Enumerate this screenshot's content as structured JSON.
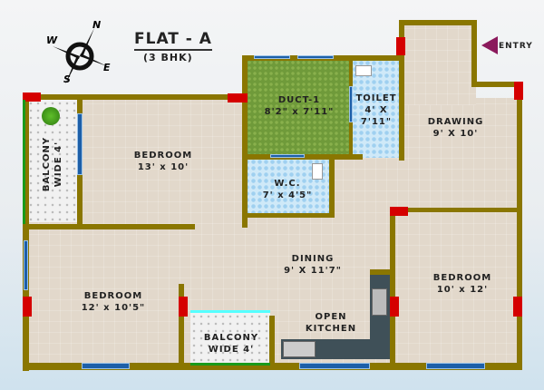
{
  "header": {
    "title": "FLAT - A",
    "subtitle": "(3 BHK)"
  },
  "compass": {
    "n": "N",
    "e": "E",
    "s": "S",
    "w": "W"
  },
  "entry": {
    "label": "ENTRY",
    "color": "#8b1a5c"
  },
  "rooms": {
    "balcony_left": {
      "name": "BALCONY",
      "dim": "WIDE 4'"
    },
    "bedroom1": {
      "name": "BEDROOM",
      "dim": "13' x 10'"
    },
    "duct": {
      "name": "DUCT-1",
      "dim": "8'2\" x 7'11\""
    },
    "toilet": {
      "name": "TOILET",
      "dim1": "4' X",
      "dim2": "7'11\""
    },
    "wc": {
      "name": "W.C.",
      "dim": "7' x 4'5\""
    },
    "drawing": {
      "name": "DRAWING",
      "dim": "9' X 10'"
    },
    "dining": {
      "name": "DINING",
      "dim": "9' X 11'7\""
    },
    "bedroom2": {
      "name": "BEDROOM",
      "dim": "12' x 10'5\""
    },
    "balcony_bottom": {
      "name": "BALCONY",
      "dim": "WIDE 4'"
    },
    "kitchen": {
      "name": "OPEN",
      "name2": "KITCHEN"
    },
    "bedroom3": {
      "name": "BEDROOM",
      "dim": "10' x 12'"
    }
  },
  "colors": {
    "wall": "#8a7600",
    "door": "#d50000",
    "window": "#1d5fa8"
  }
}
